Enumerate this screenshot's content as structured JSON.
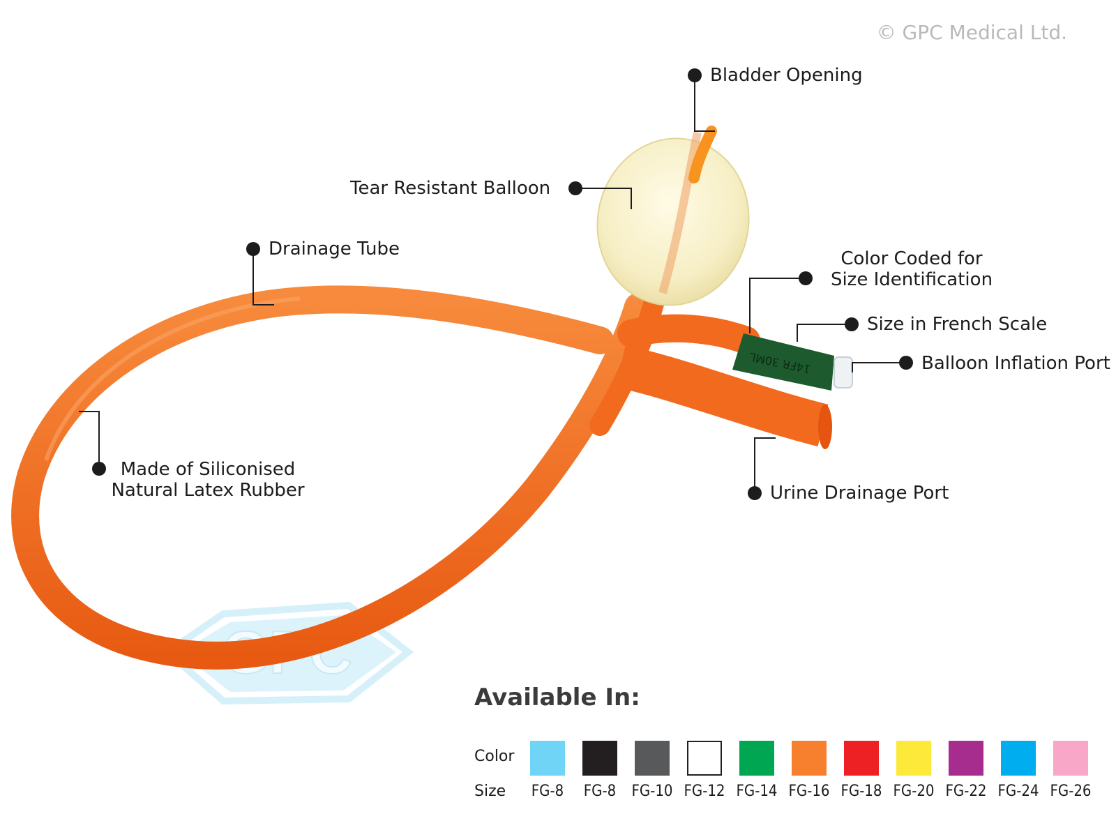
{
  "copyright": "© GPC Medical Ltd.",
  "watermark": "GPC",
  "tube_marking": "14FR 30ML",
  "labels": {
    "bladder_opening": "Bladder Opening",
    "tear_resistant_balloon": "Tear Resistant Balloon",
    "drainage_tube": "Drainage Tube",
    "color_coded_line1": "Color Coded for",
    "color_coded_line2": "Size Identification",
    "size_french_scale": "Size in French Scale",
    "balloon_inflation_port": "Balloon Inflation Port",
    "material_line1": "Made of Siliconised",
    "material_line2": "Natural Latex Rubber",
    "urine_drainage_port": "Urine Drainage Port"
  },
  "available": {
    "title": "Available In:",
    "color_label": "Color",
    "size_label": "Size",
    "sizes": [
      {
        "size": "FG-8",
        "color": "#6fd4f5"
      },
      {
        "size": "FG-8",
        "color": "#231f20"
      },
      {
        "size": "FG-10",
        "color": "#58595b"
      },
      {
        "size": "FG-12",
        "color": "#ffffff"
      },
      {
        "size": "FG-14",
        "color": "#00a651"
      },
      {
        "size": "FG-16",
        "color": "#f7802e"
      },
      {
        "size": "FG-18",
        "color": "#ed2024"
      },
      {
        "size": "FG-20",
        "color": "#fde93a"
      },
      {
        "size": "FG-22",
        "color": "#a62d8e"
      },
      {
        "size": "FG-24",
        "color": "#00aeef"
      },
      {
        "size": "FG-26",
        "color": "#f8a7c8"
      }
    ]
  },
  "colors": {
    "tube": "#f26a1e",
    "balloon": "#f7f0c8",
    "funnel_sleeve": "#1d5b2e",
    "watermark": "#cfeefa",
    "leader": "#1c1c1c"
  }
}
